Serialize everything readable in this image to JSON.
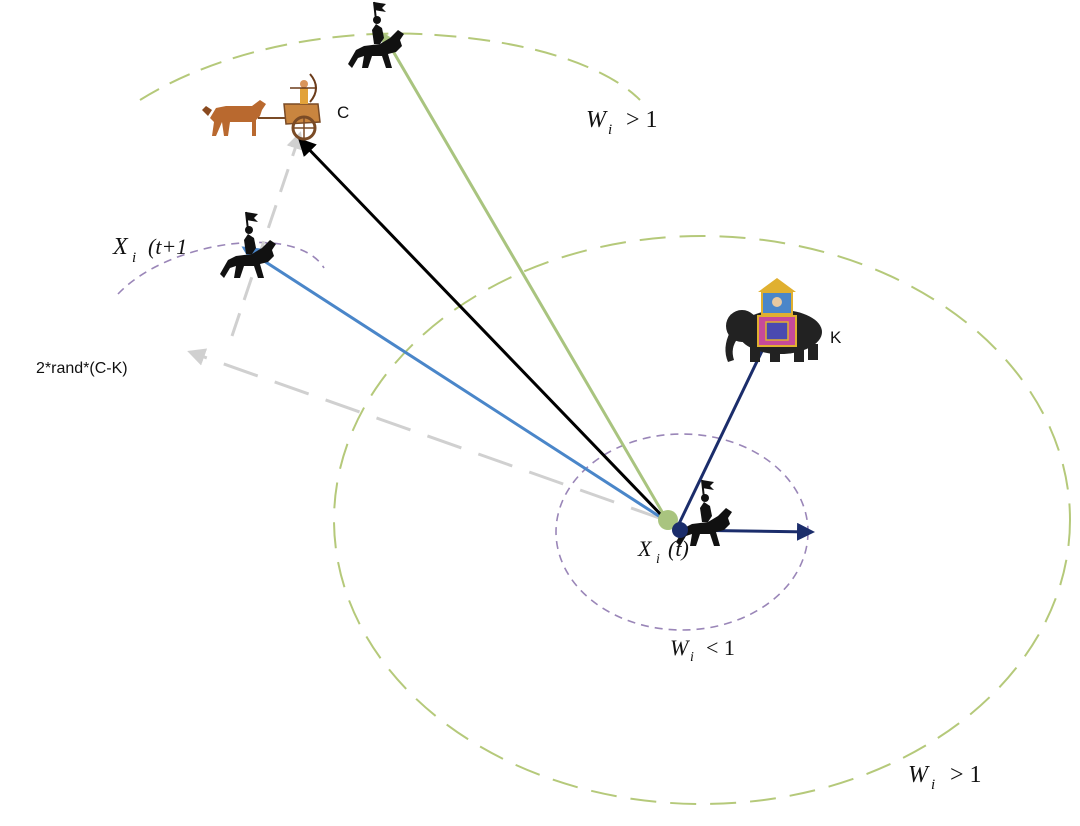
{
  "labels": {
    "c": "C",
    "k": "K",
    "rand_expr": "2*rand*(C-K)",
    "xi_next_var": "X",
    "xi_next_sub": "i",
    "xi_next_arg": "(t+1",
    "xi_now_var": "X",
    "xi_now_sub": "i",
    "xi_now_arg": "(t)",
    "w_top_var": "W",
    "w_top_sub": "i",
    "w_top_rel": "> 1",
    "w_inner_var": "W",
    "w_inner_sub": "i",
    "w_inner_rel": "< 1",
    "w_bottom_var": "W",
    "w_bottom_sub": "i",
    "w_bottom_rel": "> 1"
  },
  "icons": [
    "horseman-top-icon",
    "chariot-archer-icon",
    "horseman-next-icon",
    "elephant-king-icon",
    "horseman-current-icon"
  ],
  "colors": {
    "green_boundary": "#b5c97a",
    "purple_boundary": "#9a86b8",
    "green_arrow": "#a9c47f",
    "black_arrow": "#000000",
    "blue_arrow": "#4a86c9",
    "navy_arrow": "#1b2d6b",
    "gray_arrow": "#d0d0d0",
    "current_dot_outer": "#a9c47f",
    "current_dot_inner": "#1b2d6b"
  }
}
